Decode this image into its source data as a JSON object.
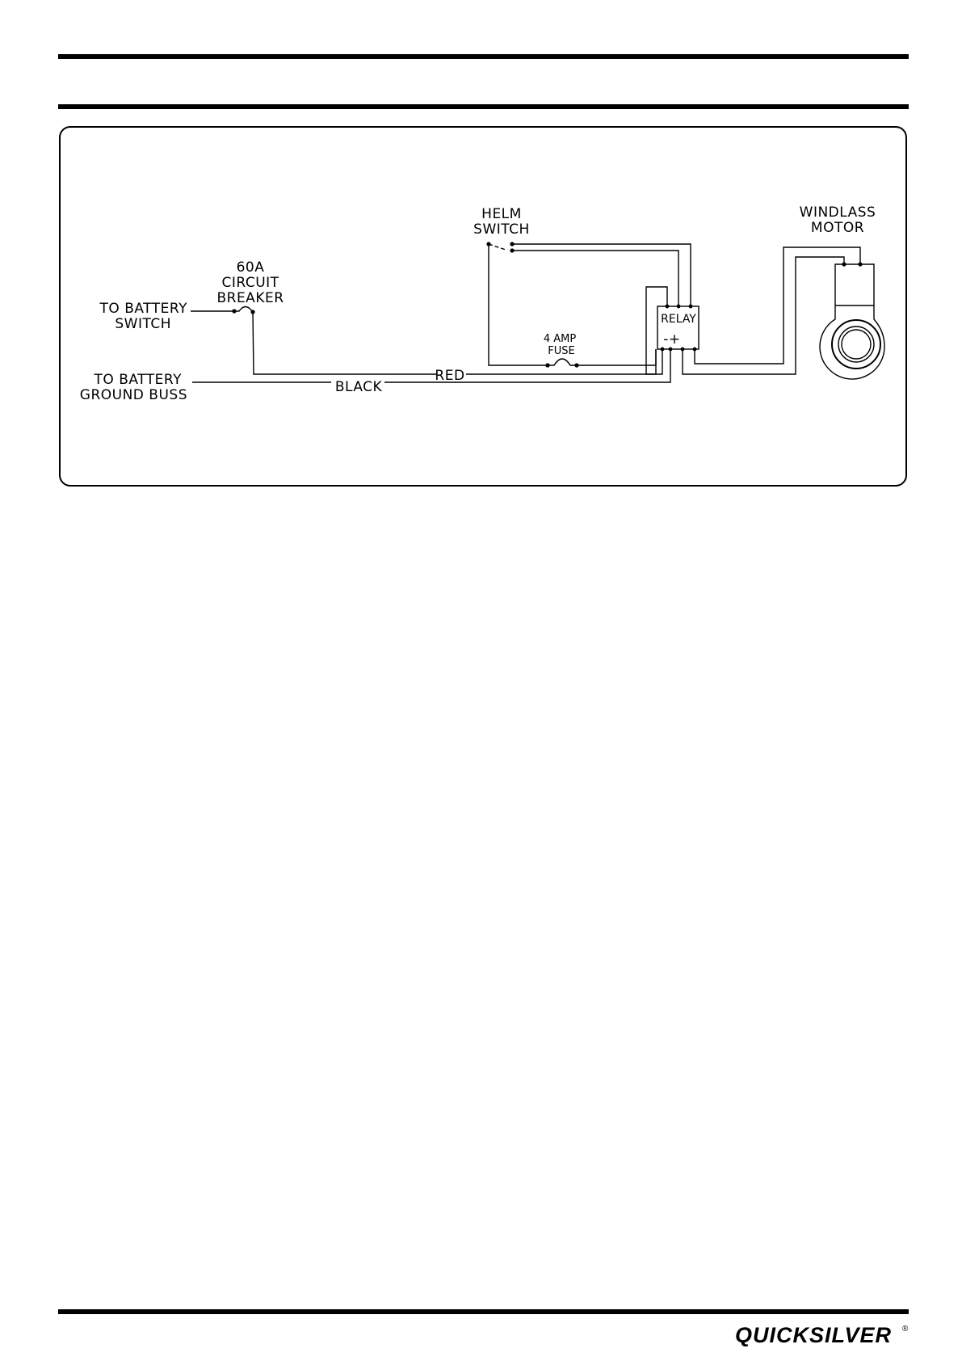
{
  "diagram": {
    "labels": {
      "battery_switch_line1": "TO BATTERY",
      "battery_switch_line2": "SWITCH",
      "ground_buss_line1": "TO BATTERY",
      "ground_buss_line2": "GROUND BUSS",
      "breaker_line1": "60A",
      "breaker_line2": "CIRCUIT",
      "breaker_line3": "BREAKER",
      "helm_line1": "HELM",
      "helm_line2": "SWITCH",
      "fuse_line1": "4 AMP",
      "fuse_line2": "FUSE",
      "relay": "RELAY",
      "relay_terminals": "-+",
      "motor_line1": "WINDLASS",
      "motor_line2": "MOTOR",
      "wire_red": "RED",
      "wire_black": "BLACK"
    }
  },
  "footer": {
    "brand": "QUICKSILVER",
    "registered": "®"
  }
}
